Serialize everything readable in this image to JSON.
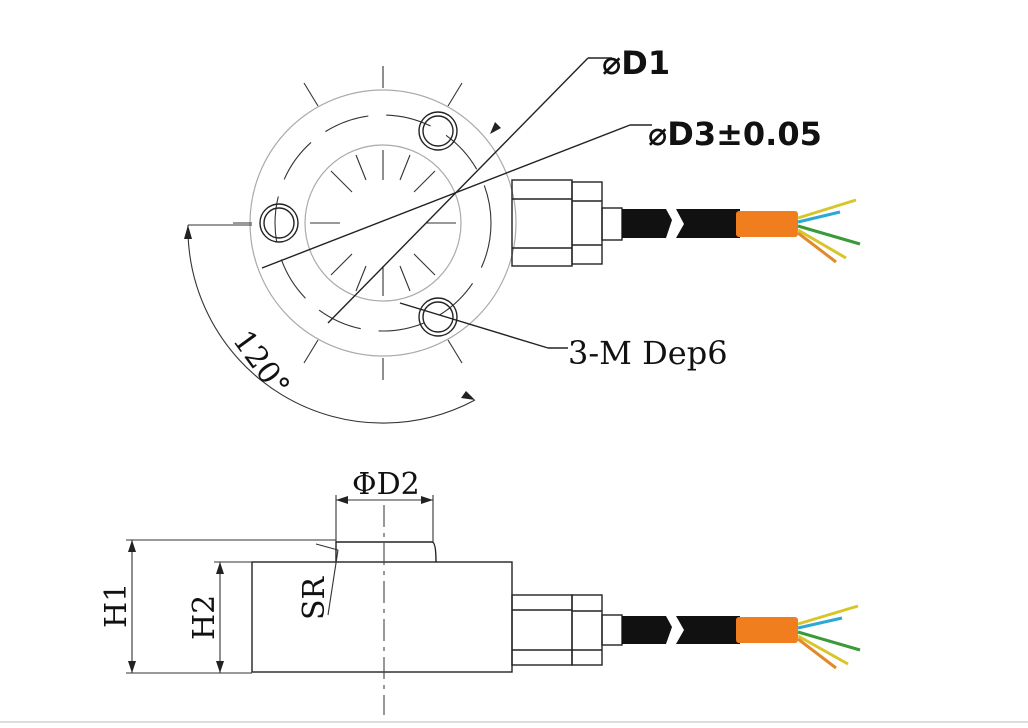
{
  "top_view": {
    "label_d1": "⌀D1",
    "label_d3": "⌀D3±0.05",
    "label_holes": "3-M Dep6",
    "label_angle": "120°"
  },
  "side_view": {
    "label_d2": "ΦD2",
    "label_sr": "SR",
    "label_h1": "H1",
    "label_h2": "H2"
  },
  "colors": {
    "line": "#222222",
    "cable": "#111111",
    "sleeve": "#f07d1e",
    "wire_blue": "#2aa8d8",
    "wire_green": "#3a9a3a",
    "wire_yellow": "#d7c52a",
    "wire_orange": "#e28a2a",
    "outline_gray": "#999999"
  }
}
